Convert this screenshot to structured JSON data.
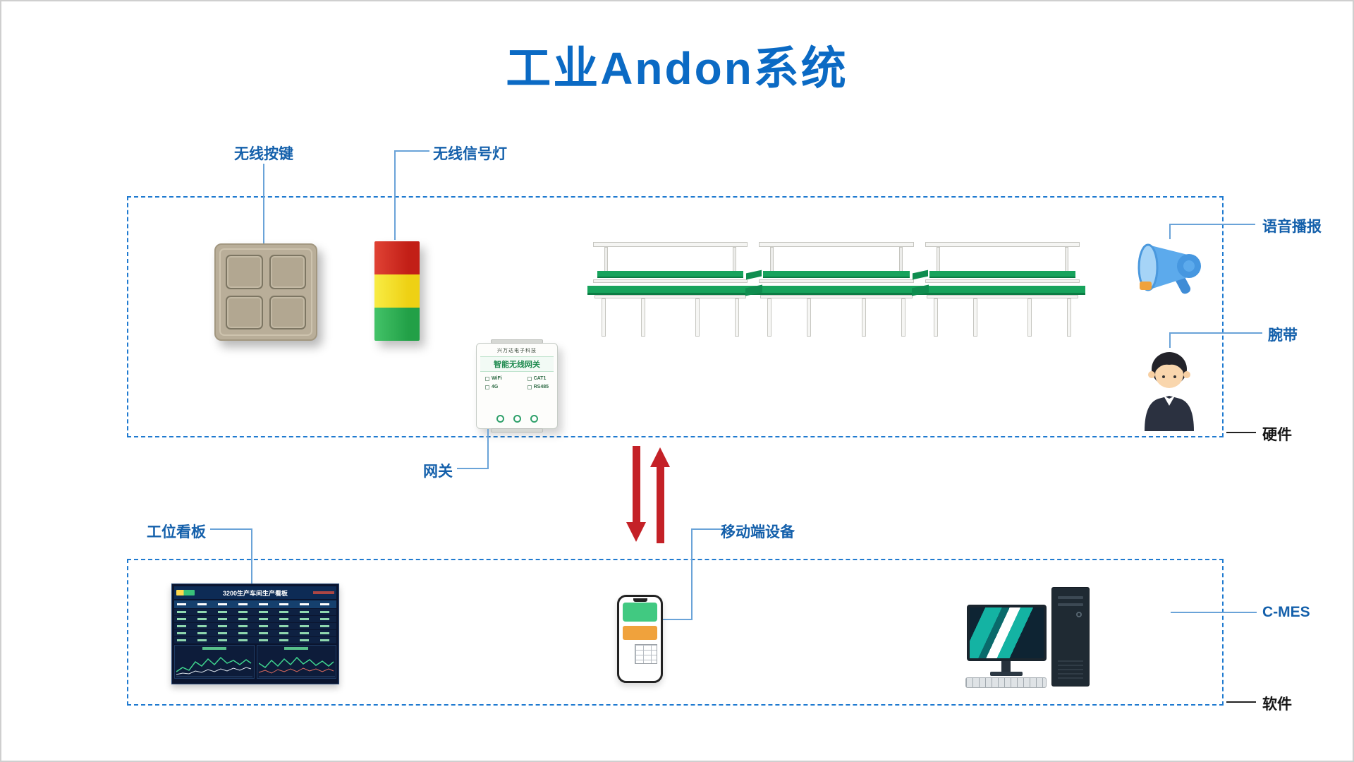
{
  "title": "工业Andon系统",
  "colors": {
    "title_blue": "#0b6ac4",
    "label_blue": "#1460ab",
    "dash_border_blue": "#1f7ad0",
    "arrow_red": "#c42127",
    "bench_green": "#17a35c",
    "light_red": "#d32b1f",
    "light_yellow": "#f2dd2e",
    "light_green": "#2fae53"
  },
  "hw": {
    "section_label": "硬件",
    "button_label": "无线按键",
    "light_label": "无线信号灯",
    "gateway_label": "网关",
    "voice_label": "语音播报",
    "wrist_label": "腕带",
    "gateway": {
      "brand": "兴万达电子科技",
      "name": "智能无线网关",
      "ports": [
        "WiFi",
        "4G",
        "CAT1",
        "RS485"
      ]
    }
  },
  "sw": {
    "section_label": "软件",
    "kanban_label": "工位看板",
    "board_title": "3200生产车间生产看板",
    "mobile_label": "移动端设备",
    "cmes_label": "C-MES"
  }
}
